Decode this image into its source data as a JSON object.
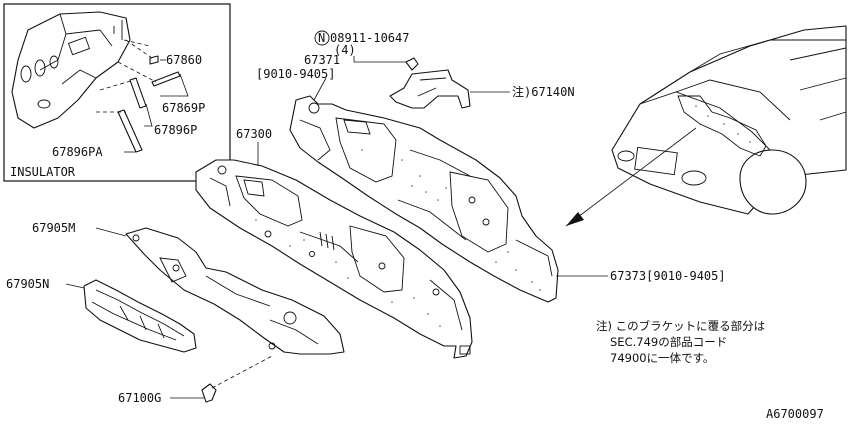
{
  "diagram_id": "A6700097",
  "inset_caption": "INSULATOR",
  "callouts": {
    "p67860": "67860",
    "p67869p": "67869P",
    "p67896p": "67896P",
    "p67896pa": "67896PA",
    "nut_symbol": "N",
    "nut_part": "08911-10647",
    "nut_qty": "(4)",
    "p67371": "67371",
    "p67371_range": "[9010-9405]",
    "p67140n": "注)67140N",
    "p67300": "67300",
    "p67905m": "67905M",
    "p67905n": "67905N",
    "p67373": "67373[9010-9405]",
    "p67100g": "67100G"
  },
  "note_lines": [
    "注) このブラケットに覆る部分は",
    "SEC.749の部品コード",
    "74900に一体です。"
  ]
}
